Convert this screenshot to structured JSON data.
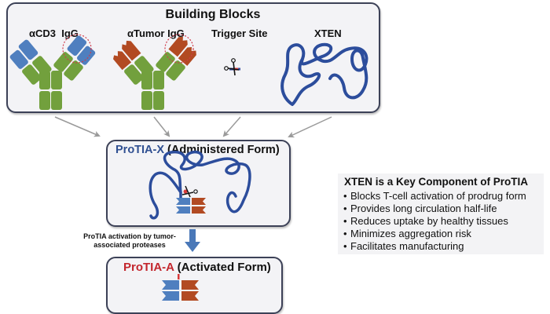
{
  "building_blocks": {
    "title": "Building Blocks",
    "items": [
      {
        "label": "αCD3  IgG",
        "icon": "antibody-icon",
        "binding_color": "#4f7fbf"
      },
      {
        "label": "αTumor IgG",
        "icon": "antibody-icon",
        "binding_color": "#b24a22"
      },
      {
        "label": "Trigger Site",
        "icon": "scissors-icon"
      },
      {
        "label": "XTEN",
        "icon": "polypeptide-chain-icon"
      }
    ]
  },
  "administered_form": {
    "name": "ProTIA-X",
    "suffix": " (Administered Form)"
  },
  "activation_step": {
    "text": "ProTIA activation by tumor-associated proteases"
  },
  "activated_form": {
    "name": "ProTIA-A",
    "suffix": " (Activated Form)"
  },
  "info_panel": {
    "title": "XTEN is a Key Component of ProTIA",
    "bullets": [
      "Blocks T-cell activation of prodrug form",
      "Provides long circulation half-life",
      "Reduces uptake by healthy tissues",
      "Minimizes aggregation risk",
      "Facilitates manufacturing"
    ]
  },
  "colors": {
    "fc_green": "#72a03d",
    "anti_cd3_blue": "#4f7fbf",
    "anti_tumor_rust": "#b24a22",
    "xten_blue": "#2c4d9c",
    "protia_x_label": "#2f4f91",
    "protia_a_label": "#c3262d",
    "connector_grey": "#9a9a9a",
    "activation_arrow": "#4a78b8"
  }
}
